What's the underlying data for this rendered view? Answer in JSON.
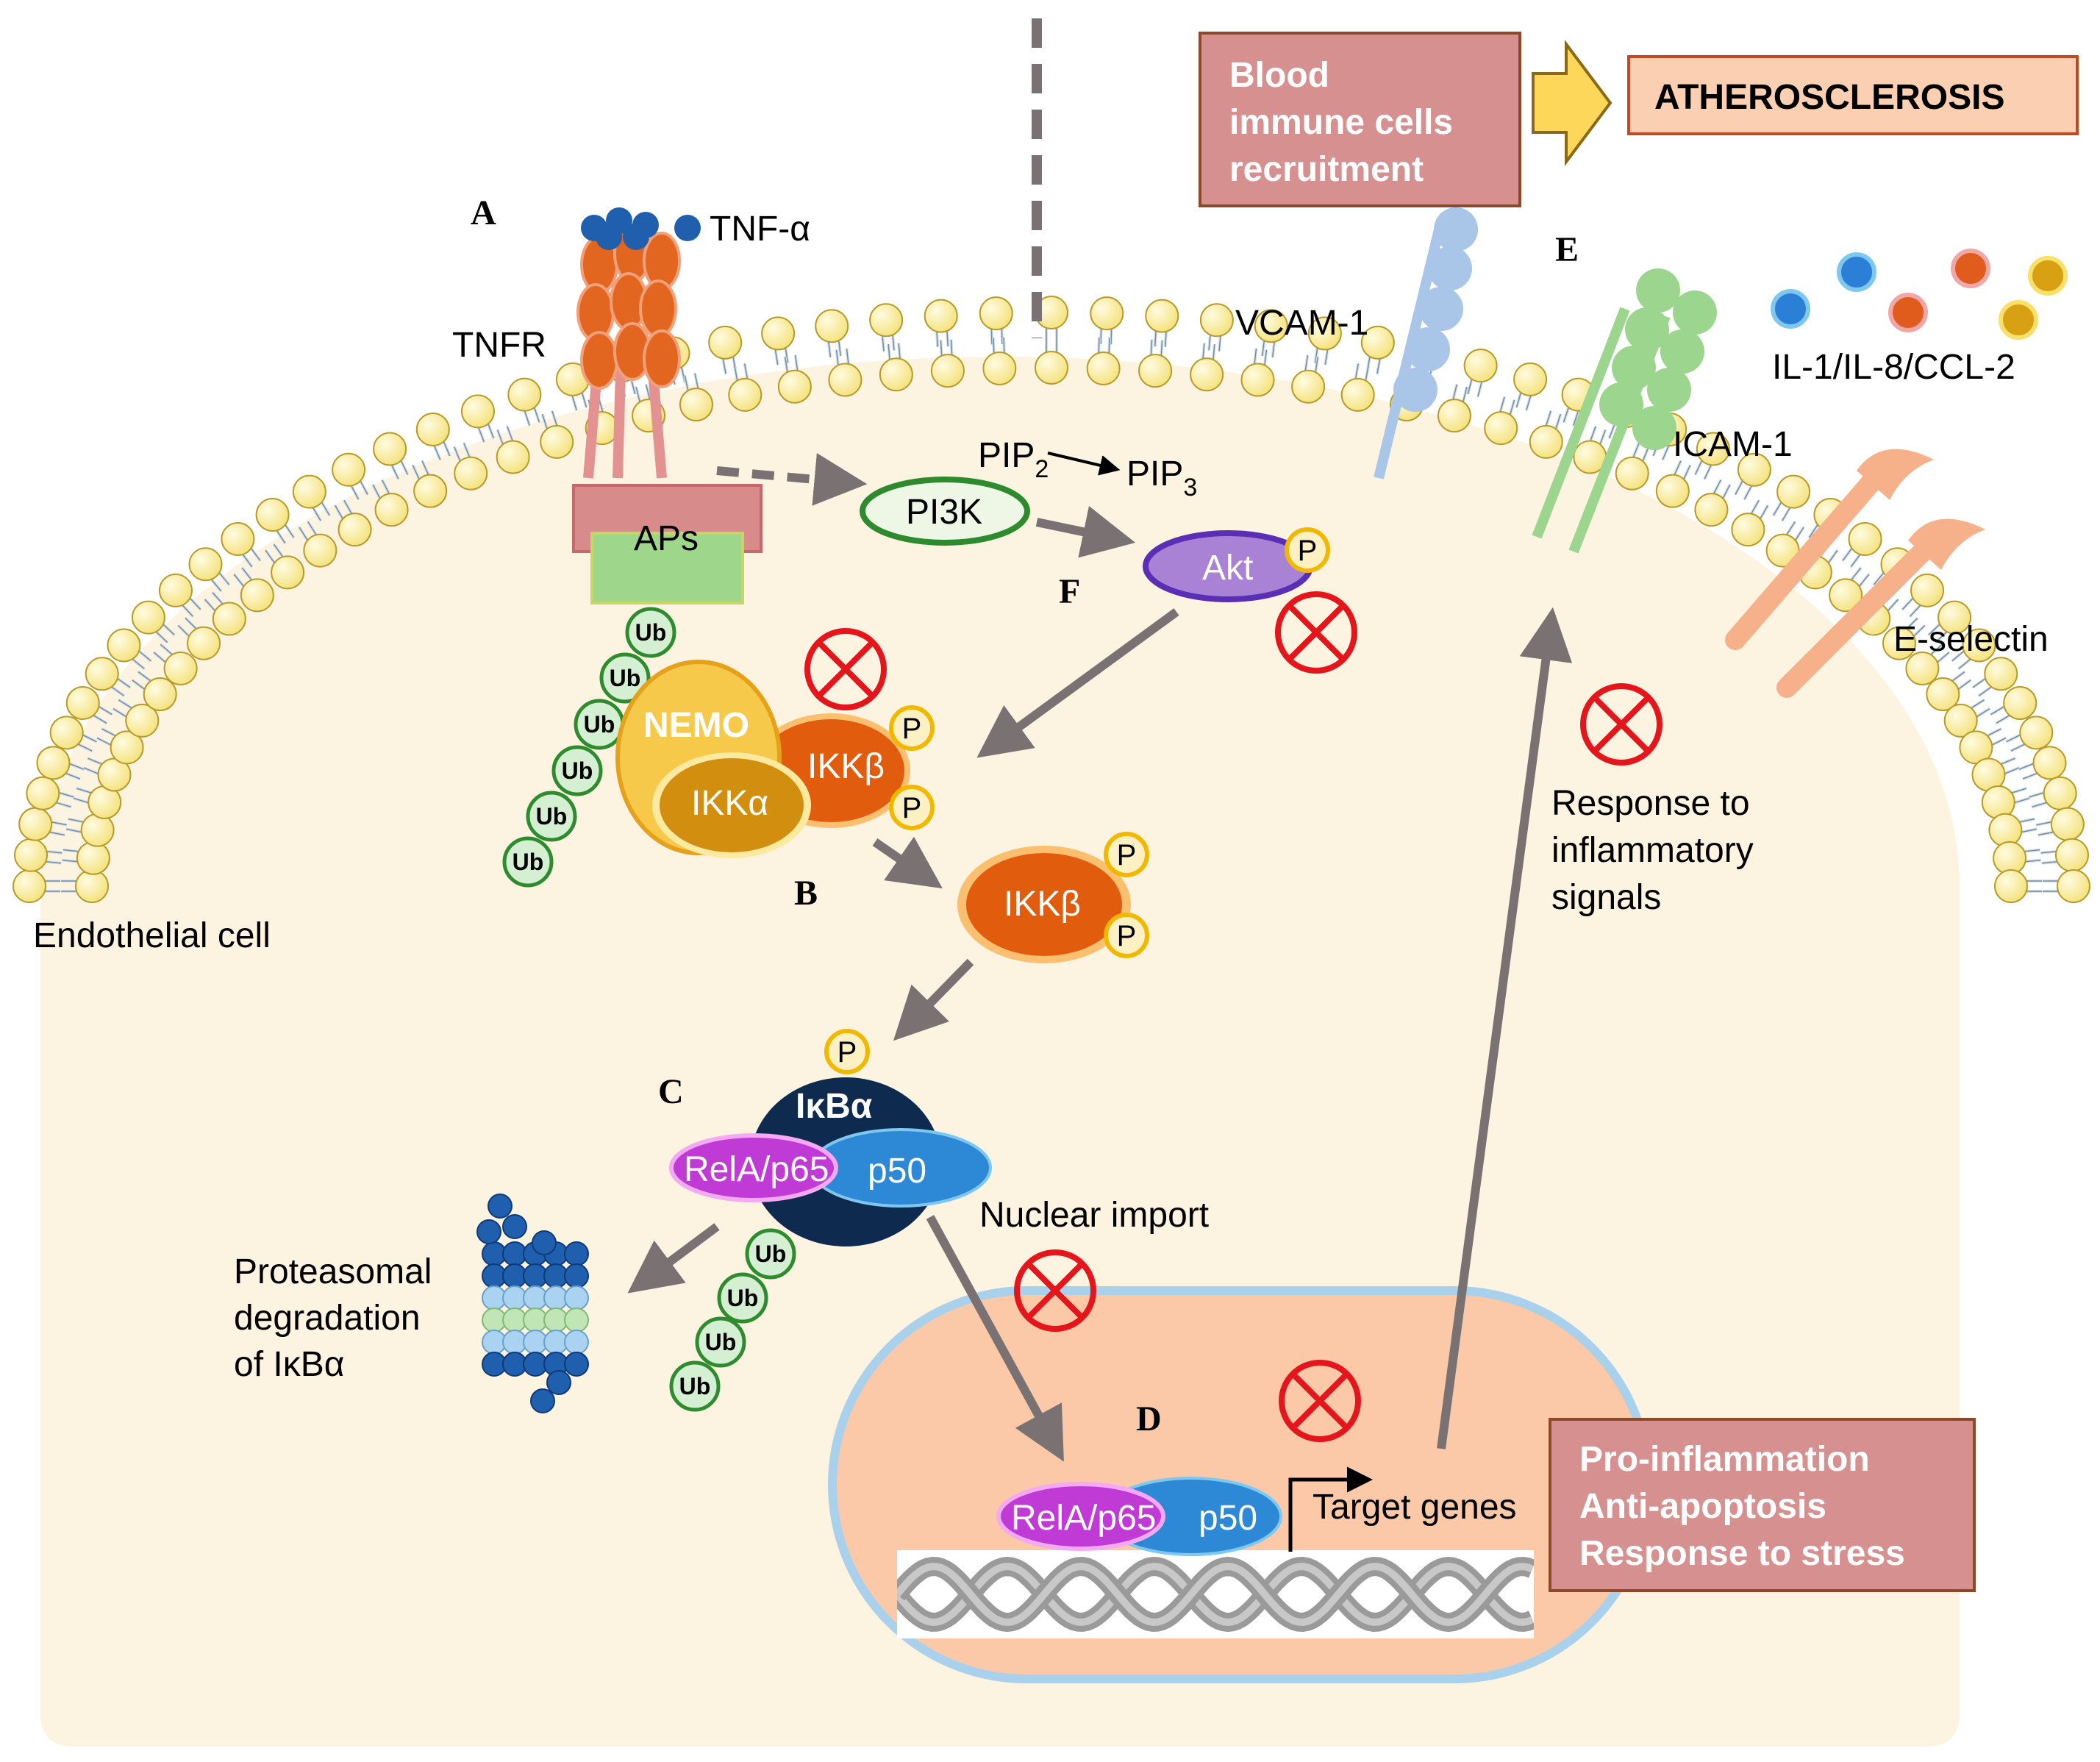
{
  "panels": {
    "A": "A",
    "B": "B",
    "C": "C",
    "D": "D",
    "E": "E",
    "F": "F"
  },
  "cell_label": "Endothelial cell",
  "receptor": {
    "ligand": "TNF-α",
    "receptor": "TNFR",
    "adaptors": "APs"
  },
  "ubiquitin": "Ub",
  "phospho": "P",
  "pi3k_branch": {
    "pip2": "PIP",
    "pip2_sub": "2",
    "pip3": "PIP",
    "pip3_sub": "3",
    "pi3k": "PI3K",
    "akt": "Akt"
  },
  "ikk_complex": {
    "nemo": "NEMO",
    "ikka": "IKKα",
    "ikkb": "IKKβ"
  },
  "nfkb": {
    "ikba": "IκBα",
    "rela": "RelA/p65",
    "p50": "p50"
  },
  "degradation": [
    "Proteasomal",
    "degradation",
    "of IκBα"
  ],
  "nuclear_import": "Nuclear import",
  "target_genes": "Target genes",
  "outcomes_box": [
    "Pro-inflammation",
    "Anti-apoptosis",
    "Response to stress"
  ],
  "response_text": [
    "Response to",
    "inflammatory",
    "signals"
  ],
  "adhesion": {
    "vcam": "VCAM-1",
    "icam": "ICAM-1",
    "eselectin": "E-selectin",
    "cytokines": "IL-1/IL-8/CCL-2"
  },
  "top_boxes": {
    "recruitment": [
      "Blood",
      "immune cells",
      "recruitment"
    ],
    "disease": "ATHEROSCLEROSIS"
  },
  "colors": {
    "cytoplasm": "#fdf3e1",
    "membrane_head": "#fbeea0",
    "membrane_tail": "#cfe0ee",
    "nucleus": "#fbc9a8",
    "nucleus_border": "#a9d1ec",
    "tnfr": "#e2661f",
    "aps": "#d88b8b",
    "aps_green": "#9ed78b",
    "ub_fill": "#d5efd2",
    "ub_stroke": "#2e8b2e",
    "nemo": "#f7c94a",
    "ikka": "#d28f0f",
    "ikkb": "#e25c0e",
    "ikba": "#0f2a4f",
    "rela": "#c03ad6",
    "p50": "#2d89d6",
    "pi3k_stroke": "#2d8a2d",
    "akt": "#a982d6",
    "inhibit": "#e4151b",
    "arrow": "#7a7272",
    "vcam": "#a9c6e8",
    "icam": "#9cd58d",
    "eselectin": "#f6b18b",
    "box_pink": "#d69090",
    "box_salmon": "#fbcfb1",
    "yellow_arrow": "#fcd75a"
  }
}
